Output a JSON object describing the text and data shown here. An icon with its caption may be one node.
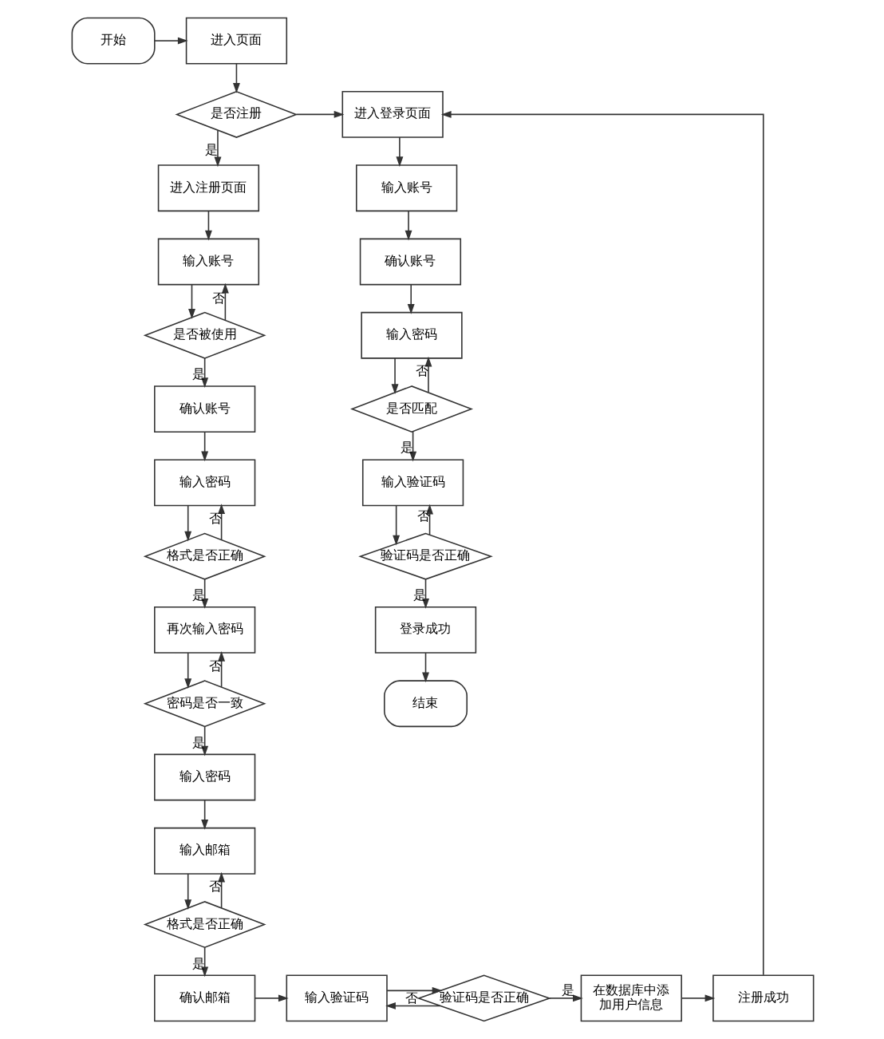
{
  "diagram": {
    "nodes": [
      {
        "text": [
          "开始"
        ]
      },
      {
        "text": [
          "进入页面"
        ]
      },
      {
        "text": [
          "是否注册"
        ]
      },
      {
        "text": [
          "进入注册页面"
        ]
      },
      {
        "text": [
          "输入账号"
        ]
      },
      {
        "text": [
          "是否被使用"
        ]
      },
      {
        "text": [
          "确认账号"
        ]
      },
      {
        "text": [
          "输入密码"
        ]
      },
      {
        "text": [
          "格式是否正确"
        ]
      },
      {
        "text": [
          "再次输入密码"
        ]
      },
      {
        "text": [
          "密码是否一致"
        ]
      },
      {
        "text": [
          "输入密码"
        ]
      },
      {
        "text": [
          "输入邮箱"
        ]
      },
      {
        "text": [
          "格式是否正确"
        ]
      },
      {
        "text": [
          "确认邮箱"
        ]
      },
      {
        "text": [
          "输入验证码"
        ]
      },
      {
        "text": [
          "验证码是否正确"
        ]
      },
      {
        "text": [
          "在数据库中添加用户信息"
        ]
      },
      {
        "text": [
          "注册成功"
        ]
      },
      {
        "text": [
          "进入登录页面"
        ]
      },
      {
        "text": [
          "输入账号"
        ]
      },
      {
        "text": [
          "确认账号"
        ]
      },
      {
        "text": [
          "输入密码"
        ]
      },
      {
        "text": [
          "是否匹配"
        ]
      },
      {
        "text": [
          "输入验证码"
        ]
      },
      {
        "text": [
          "验证码是否正确"
        ]
      },
      {
        "text": [
          "登录成功"
        ]
      },
      {
        "text": [
          "结束"
        ]
      }
    ],
    "edges": [
      {
        "from": 0,
        "to": 1,
        "arrow": "to"
      },
      {
        "from": 1,
        "to": 2,
        "arrow": "to"
      },
      {
        "from": 2,
        "to": 3,
        "arrow": "to",
        "label": "是"
      },
      {
        "from": 2,
        "to": 19,
        "arrow": "to"
      },
      {
        "from": 3,
        "to": 4,
        "arrow": "to"
      },
      {
        "from": 4,
        "to": 5,
        "arrow": "to"
      },
      {
        "from": 5,
        "to": 4,
        "arrow": "to",
        "label": "否"
      },
      {
        "from": 5,
        "to": 6,
        "arrow": "to",
        "label": "是"
      },
      {
        "from": 6,
        "to": 7,
        "arrow": "to"
      },
      {
        "from": 7,
        "to": 8,
        "arrow": "to"
      },
      {
        "from": 8,
        "to": 7,
        "arrow": "to",
        "label": "否"
      },
      {
        "from": 8,
        "to": 9,
        "arrow": "to",
        "label": "是"
      },
      {
        "from": 9,
        "to": 10,
        "arrow": "to"
      },
      {
        "from": 10,
        "to": 9,
        "arrow": "to",
        "label": "否"
      },
      {
        "from": 10,
        "to": 11,
        "arrow": "to",
        "label": "是"
      },
      {
        "from": 11,
        "to": 12,
        "arrow": "to"
      },
      {
        "from": 12,
        "to": 13,
        "arrow": "to"
      },
      {
        "from": 13,
        "to": 12,
        "arrow": "to",
        "label": "否"
      },
      {
        "from": 13,
        "to": 14,
        "arrow": "to",
        "label": "是"
      },
      {
        "from": 14,
        "to": 15,
        "arrow": "to"
      },
      {
        "from": 15,
        "to": 16,
        "arrow": "to"
      },
      {
        "from": 16,
        "to": 17,
        "arrow": "to",
        "label": "是"
      },
      {
        "from": 16,
        "to": 15,
        "arrow": "to",
        "label": "否"
      },
      {
        "from": 17,
        "to": 18,
        "arrow": "to"
      },
      {
        "from": 18,
        "to": 19,
        "arrow": "to"
      },
      {
        "from": 19,
        "to": 20,
        "arrow": "to"
      },
      {
        "from": 20,
        "to": 21,
        "arrow": "to"
      },
      {
        "from": 21,
        "to": 22,
        "arrow": "to"
      },
      {
        "from": 22,
        "to": 23,
        "arrow": "to"
      },
      {
        "from": 23,
        "to": 22,
        "arrow": "to",
        "label": "否"
      },
      {
        "from": 23,
        "to": 24,
        "arrow": "to",
        "label": "是"
      },
      {
        "from": 24,
        "to": 25,
        "arrow": "to"
      },
      {
        "from": 25,
        "to": 24,
        "arrow": "to",
        "label": "否"
      },
      {
        "from": 25,
        "to": 26,
        "arrow": "to",
        "label": "是"
      },
      {
        "from": 26,
        "to": 27,
        "arrow": "to"
      }
    ]
  }
}
